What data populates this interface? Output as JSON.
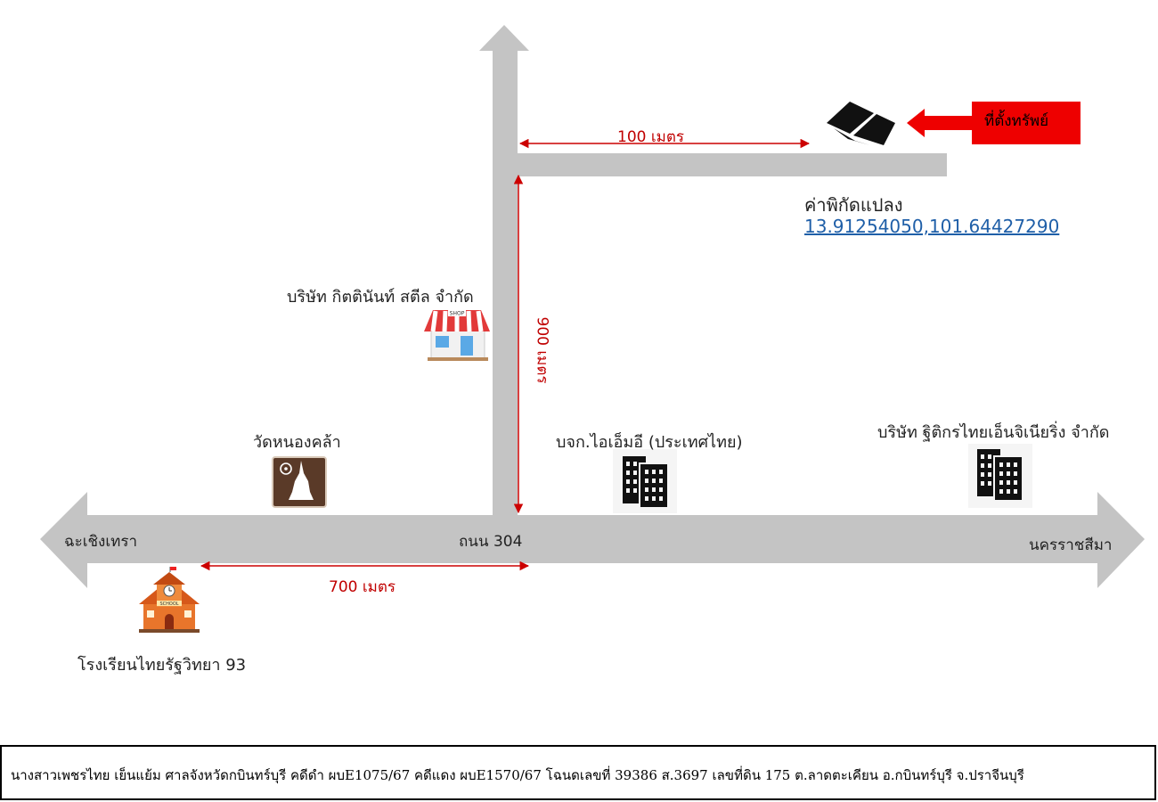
{
  "map": {
    "property_callout": "ที่ตั้งทรัพย์",
    "plot_coords": {
      "label": "ค่าพิกัดแปลง",
      "value": "13.91254050,101.64427290"
    },
    "distances": {
      "top_road": "100 เมตร",
      "vertical_road": "900 เมตร",
      "main_road": "700 เมตร"
    },
    "road_name": "ถนน 304",
    "directions": {
      "west": "ฉะเชิงเทรา",
      "east": "นครราชสีมา"
    },
    "landmarks": {
      "shop": "บริษัท กิตตินันท์ สตีล จำกัด",
      "temple": "วัดหนองคล้า",
      "company_center": "บจก.ไอเอ็มอี (ประเทศไทย)",
      "company_right": "บริษัท ฐิติกรไทยเอ็นจิเนียริ่ง จำกัด",
      "school": "โรงเรียนไทยรัฐวิทยา 93",
      "school_sign": "SCHOOL",
      "shop_sign": "SHOP"
    },
    "colors": {
      "road": "#c4c4c4",
      "measure": "#cc0000",
      "callout": "#ee0000",
      "link": "#1f5fa8"
    }
  },
  "footer": {
    "text": "นางสาวเพชรไทย  เย็นแย้ม  ศาลจังหวัดกบินทร์บุรี  คดีดำ ผบE1075/67 คดีแดง ผบE1570/67  โฉนดเลขที่ 39386  ส.3697  เลขที่ดิน 175 ต.ลาดตะเคียน อ.กบินทร์บุรี จ.ปราจีนบุรี"
  }
}
